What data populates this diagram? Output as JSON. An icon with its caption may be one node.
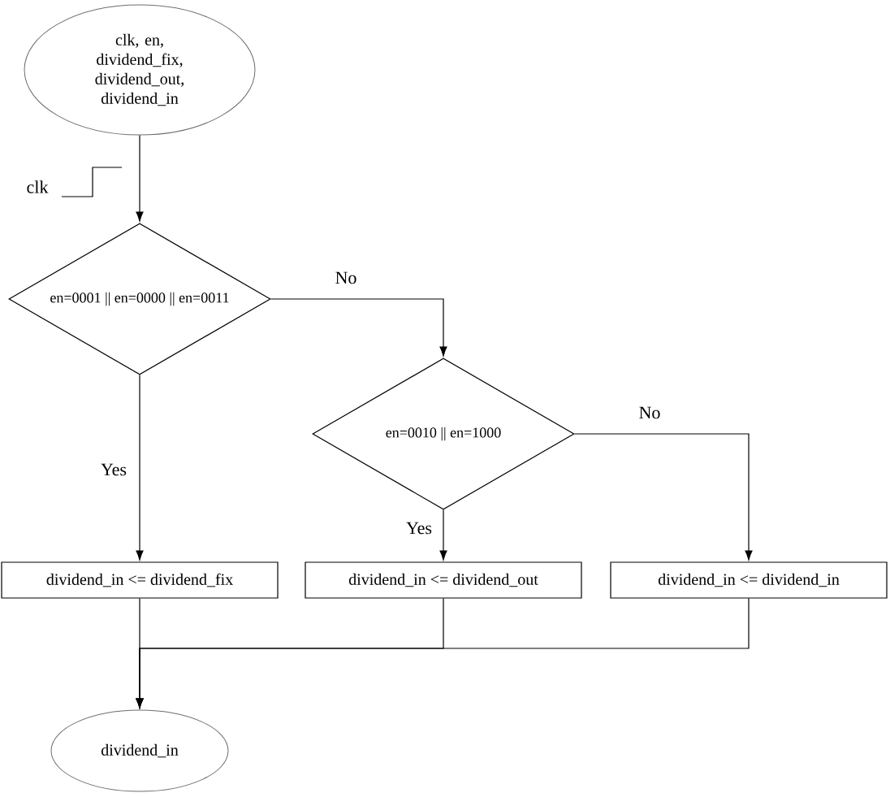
{
  "diagram": {
    "nodes": [
      {
        "text": [
          "clk, en, dividend_fix, dividend_out, dividend_in"
        ]
      },
      {
        "text": [
          "en=0001 || en=0000 || en=0011"
        ]
      },
      {
        "text": [
          "en=0010 || en=1000"
        ]
      },
      {
        "text": [
          "dividend_in <= dividend_fix"
        ]
      },
      {
        "text": [
          "dividend_in <= dividend_out"
        ]
      },
      {
        "text": [
          "dividend_in <= dividend_in"
        ]
      },
      {
        "text": [
          "dividend_in"
        ]
      }
    ],
    "edges": [
      {
        "from": 0,
        "to": 1,
        "arrow": "to"
      },
      {
        "from": 1,
        "to": 2,
        "arrow": "to",
        "label": "No"
      },
      {
        "from": 1,
        "to": 3,
        "arrow": "to",
        "label": "Yes"
      },
      {
        "from": 2,
        "to": 4,
        "arrow": "to",
        "label": "Yes"
      },
      {
        "from": 2,
        "to": 5,
        "arrow": "to",
        "label": "No"
      },
      {
        "from": 3,
        "to": 6,
        "arrow": "to"
      },
      {
        "from": 4,
        "to": 6,
        "arrow": "to"
      },
      {
        "from": 5,
        "to": 6,
        "arrow": "to"
      }
    ],
    "labels": [
      "clk"
    ]
  }
}
